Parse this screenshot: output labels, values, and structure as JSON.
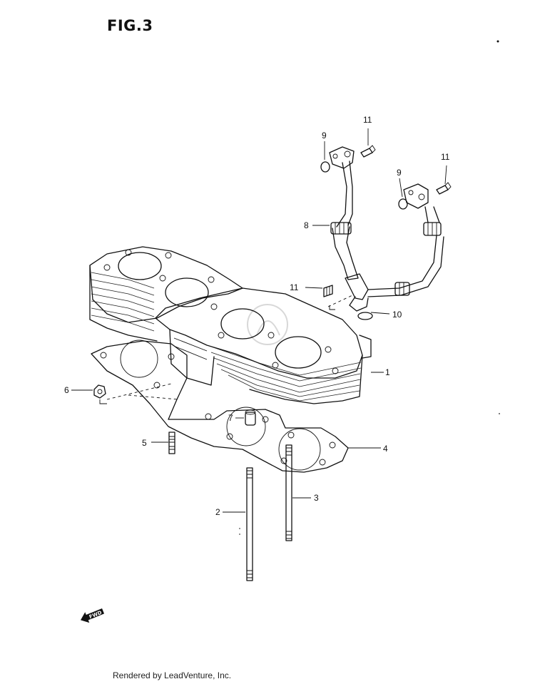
{
  "figure": {
    "title": "FIG.3"
  },
  "callouts": [
    {
      "id": "1",
      "label": "1"
    },
    {
      "id": "2",
      "label": "2"
    },
    {
      "id": "3",
      "label": "3"
    },
    {
      "id": "4",
      "label": "4"
    },
    {
      "id": "5",
      "label": "5"
    },
    {
      "id": "6",
      "label": "6"
    },
    {
      "id": "7",
      "label": "7"
    },
    {
      "id": "8",
      "label": "8"
    },
    {
      "id": "9a",
      "label": "9"
    },
    {
      "id": "9b",
      "label": "9"
    },
    {
      "id": "10",
      "label": "10"
    },
    {
      "id": "11a",
      "label": "11"
    },
    {
      "id": "11b",
      "label": "11"
    },
    {
      "id": "11c",
      "label": "11"
    }
  ],
  "fwd_marker": {
    "label": "FWD",
    "icon": "forward-arrow-icon"
  },
  "footer": {
    "text": "Rendered by LeadVenture, Inc."
  }
}
